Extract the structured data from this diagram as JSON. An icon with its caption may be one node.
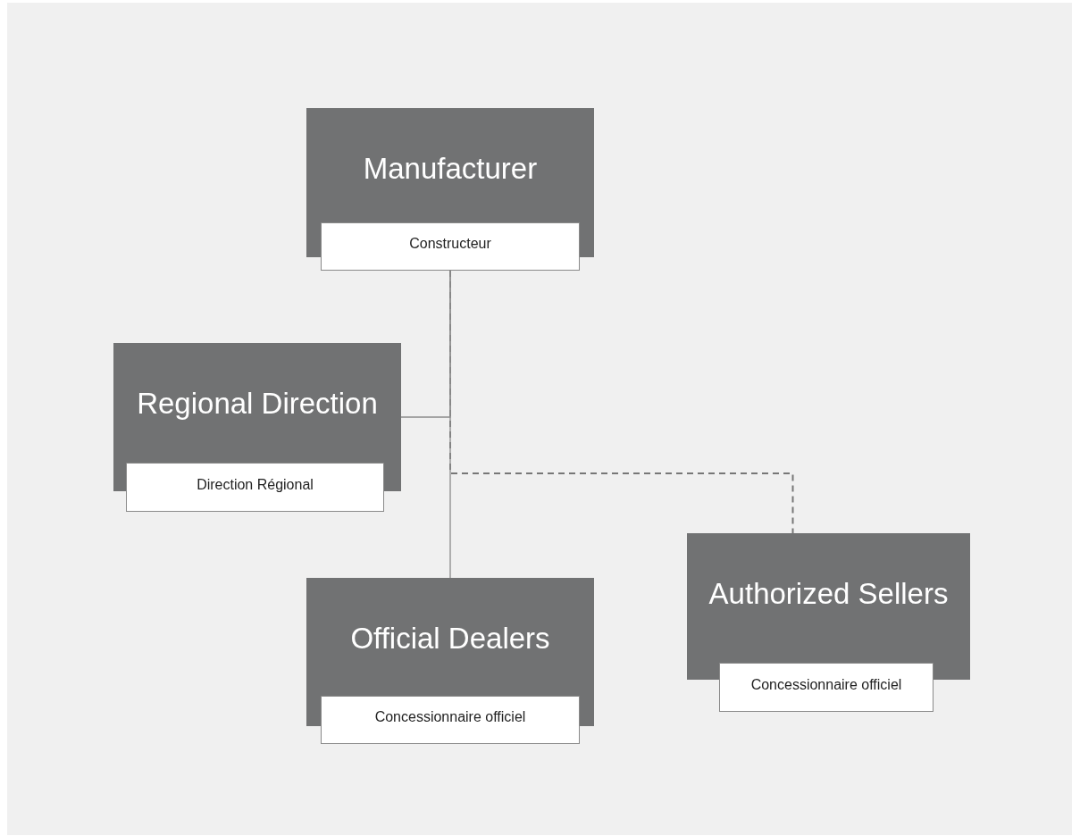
{
  "diagram": {
    "nodes": [
      {
        "text": [
          "Manufacturer",
          "Constructeur"
        ]
      },
      {
        "text": [
          "Regional Direction",
          "Direction Régional"
        ]
      },
      {
        "text": [
          "Official Dealers",
          "Concessionnaire officiel"
        ]
      },
      {
        "text": [
          "Authorized Sellers",
          "Concessionnaire officiel"
        ]
      }
    ],
    "edges": [
      {
        "from": 0,
        "to": 1,
        "arrow": "none"
      },
      {
        "from": 0,
        "to": 2,
        "arrow": "none"
      },
      {
        "from": 0,
        "to": 3,
        "arrow": "none",
        "style": "dashed"
      }
    ]
  }
}
